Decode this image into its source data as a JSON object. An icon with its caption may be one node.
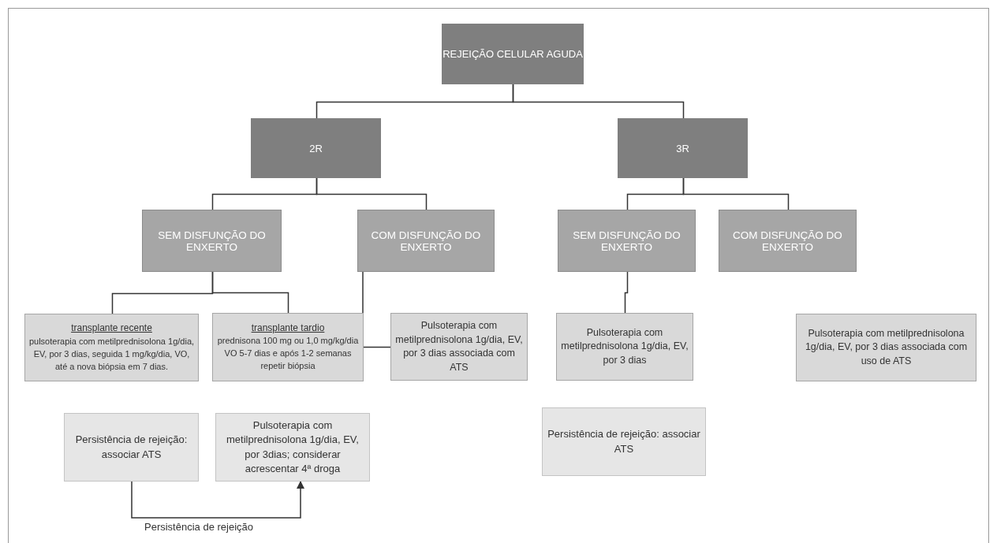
{
  "diagram": {
    "nodes": [
      {
        "text": [
          "REJEIÇÃO CELULAR AGUDA"
        ]
      },
      {
        "text": [
          "2R"
        ]
      },
      {
        "text": [
          "3R"
        ]
      },
      {
        "text": [
          "SEM DISFUNÇÃO DO ENXERTO"
        ]
      },
      {
        "text": [
          "COM DISFUNÇÃO DO ENXERTO"
        ]
      },
      {
        "text": [
          "SEM DISFUNÇÃO DO ENXERTO"
        ]
      },
      {
        "text": [
          "COM DISFUNÇÃO DO ENXERTO"
        ]
      },
      {
        "text": [
          "transplante recente",
          "pulsoterapia com metilprednisolona 1g/dia, EV, por 3 dias, seguida 1 mg/kg/dia, VO, até a nova biópsia em 7 dias."
        ]
      },
      {
        "text": [
          "transplante tardio",
          "prednisona 100 mg ou 1,0 mg/kg/dia VO 5-7 dias e após 1-2 semanas repetir biópsia"
        ]
      },
      {
        "text": [
          "Pulsoterapia com metilprednisolona 1g/dia, EV, por 3 dias associada com ATS"
        ]
      },
      {
        "text": [
          "Pulsoterapia com metilprednisolona 1g/dia, EV, por 3 dias"
        ]
      },
      {
        "text": [
          "Pulsoterapia com metilprednisolona 1g/dia, EV, por 3 dias associada com uso de ATS"
        ]
      },
      {
        "text": [
          "Persistência de rejeição: associar ATS"
        ]
      },
      {
        "text": [
          "Pulsoterapia com metilprednisolona 1g/dia, EV, por 3dias; considerar acrescentar 4ª droga"
        ]
      },
      {
        "text": [
          "Persistência de rejeição: associar ATS"
        ]
      }
    ],
    "edges": [
      {
        "from": 0,
        "to": 1,
        "arrow": "none"
      },
      {
        "from": 0,
        "to": 2,
        "arrow": "none"
      },
      {
        "from": 1,
        "to": 3,
        "arrow": "none"
      },
      {
        "from": 1,
        "to": 4,
        "arrow": "none"
      },
      {
        "from": 2,
        "to": 5,
        "arrow": "none"
      },
      {
        "from": 2,
        "to": 6,
        "arrow": "none"
      },
      {
        "from": 3,
        "to": 7,
        "arrow": "none"
      },
      {
        "from": 3,
        "to": 8,
        "arrow": "none"
      },
      {
        "from": 4,
        "to": 9,
        "arrow": "none"
      },
      {
        "from": 5,
        "to": 10,
        "arrow": "none"
      },
      {
        "from": 12,
        "to": 13,
        "arrow": "to",
        "label": "Persistência de rejeição"
      }
    ]
  }
}
